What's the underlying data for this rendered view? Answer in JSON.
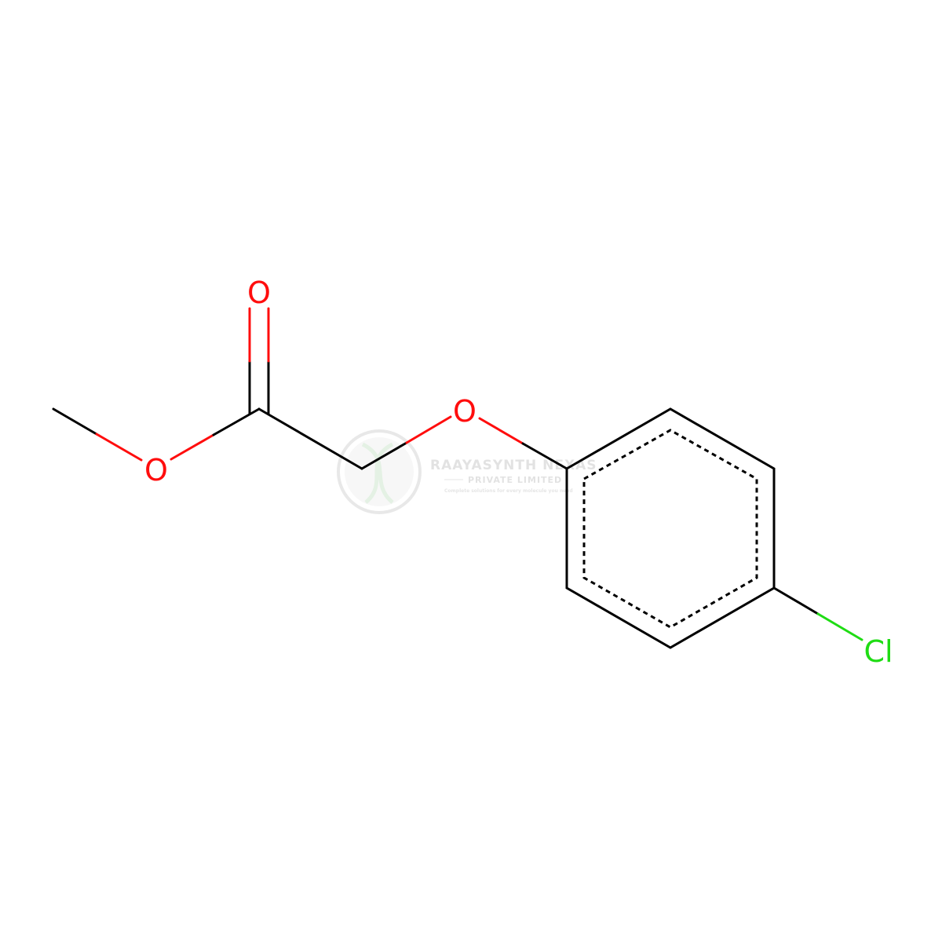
{
  "molecule": {
    "atoms": {
      "carbonyl_oxygen": "O",
      "ester_oxygen": "O",
      "ether_oxygen": "O",
      "chlorine": "Cl"
    },
    "colors": {
      "bond": "#000000",
      "oxygen": "#ff0d0d",
      "chlorine": "#1fdc14"
    }
  },
  "watermark": {
    "title": "RAAYASYNTH NEXAS",
    "subtitle": "PRIVATE LIMITED",
    "tagline": "Complete solutions for every molecule you need",
    "color": "#cfcfcf"
  }
}
